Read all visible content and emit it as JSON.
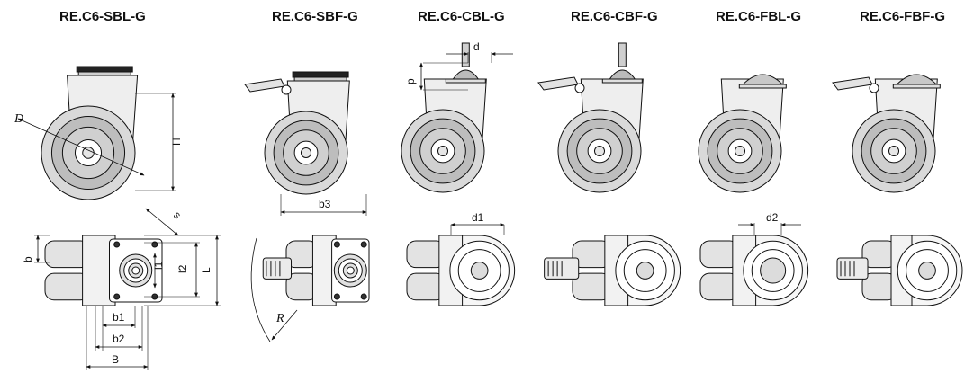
{
  "titles": [
    "RE.C6-SBL-G",
    "RE.C6-SBF-G",
    "RE.C6-CBL-G",
    "RE.C6-CBF-G",
    "RE.C6-FBL-G",
    "RE.C6-FBF-G"
  ],
  "dimensions": {
    "D": "D",
    "H": "H",
    "b3": "b3",
    "d": "d",
    "p": "p",
    "d1": "d1",
    "d2": "d2",
    "s": "s",
    "b": "b",
    "l1": "l1",
    "l2": "l2",
    "L": "L",
    "b1": "b1",
    "b2": "b2",
    "B": "B",
    "R": "R"
  }
}
